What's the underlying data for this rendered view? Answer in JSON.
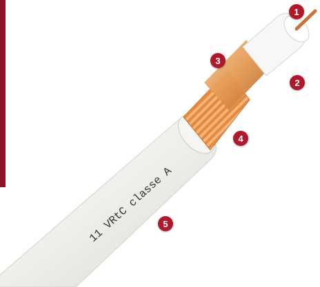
{
  "markers": [
    {
      "id": "1",
      "label": "1"
    },
    {
      "id": "2",
      "label": "2"
    },
    {
      "id": "3",
      "label": "3"
    },
    {
      "id": "4",
      "label": "4"
    },
    {
      "id": "5",
      "label": "5"
    }
  ],
  "cable": {
    "print_text": "11 VRtC classe A"
  },
  "colors": {
    "marker": "#b0192a",
    "side_band": "#8c1424",
    "jacket": "#f2f3ef",
    "braid": "#e08a3a",
    "foil": "#e6a25e",
    "copper": "#c9733a",
    "dielectric": "#f7f7f7"
  }
}
